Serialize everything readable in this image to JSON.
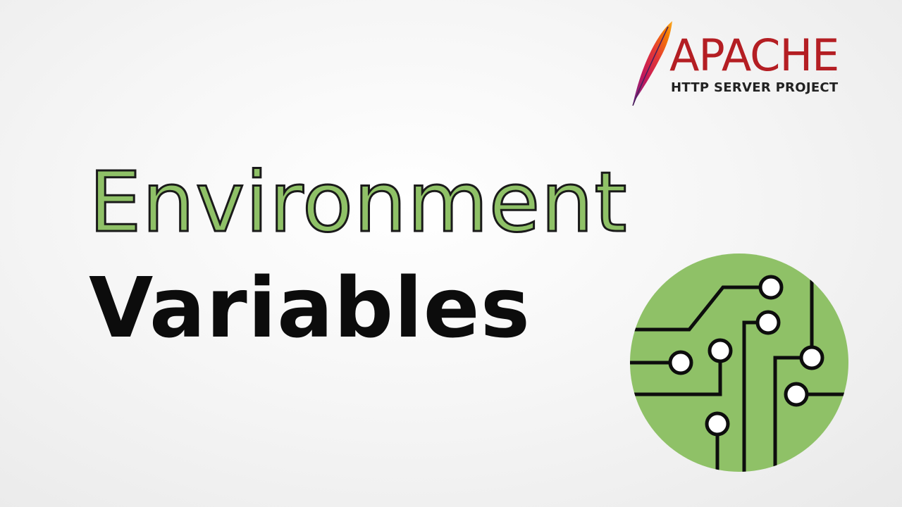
{
  "logo": {
    "name": "APACHE",
    "subtitle": "HTTP SERVER PROJECT"
  },
  "title": {
    "line1": "Environment",
    "line2": "Variables"
  },
  "colors": {
    "title_green": "#8fc167",
    "title_dark": "#0c0c0c",
    "apache_red": "#b41e23",
    "circuit_green": "#8fc167"
  },
  "icons": {
    "logo": "apache-feather-icon",
    "illustration": "circuit-board-icon"
  }
}
